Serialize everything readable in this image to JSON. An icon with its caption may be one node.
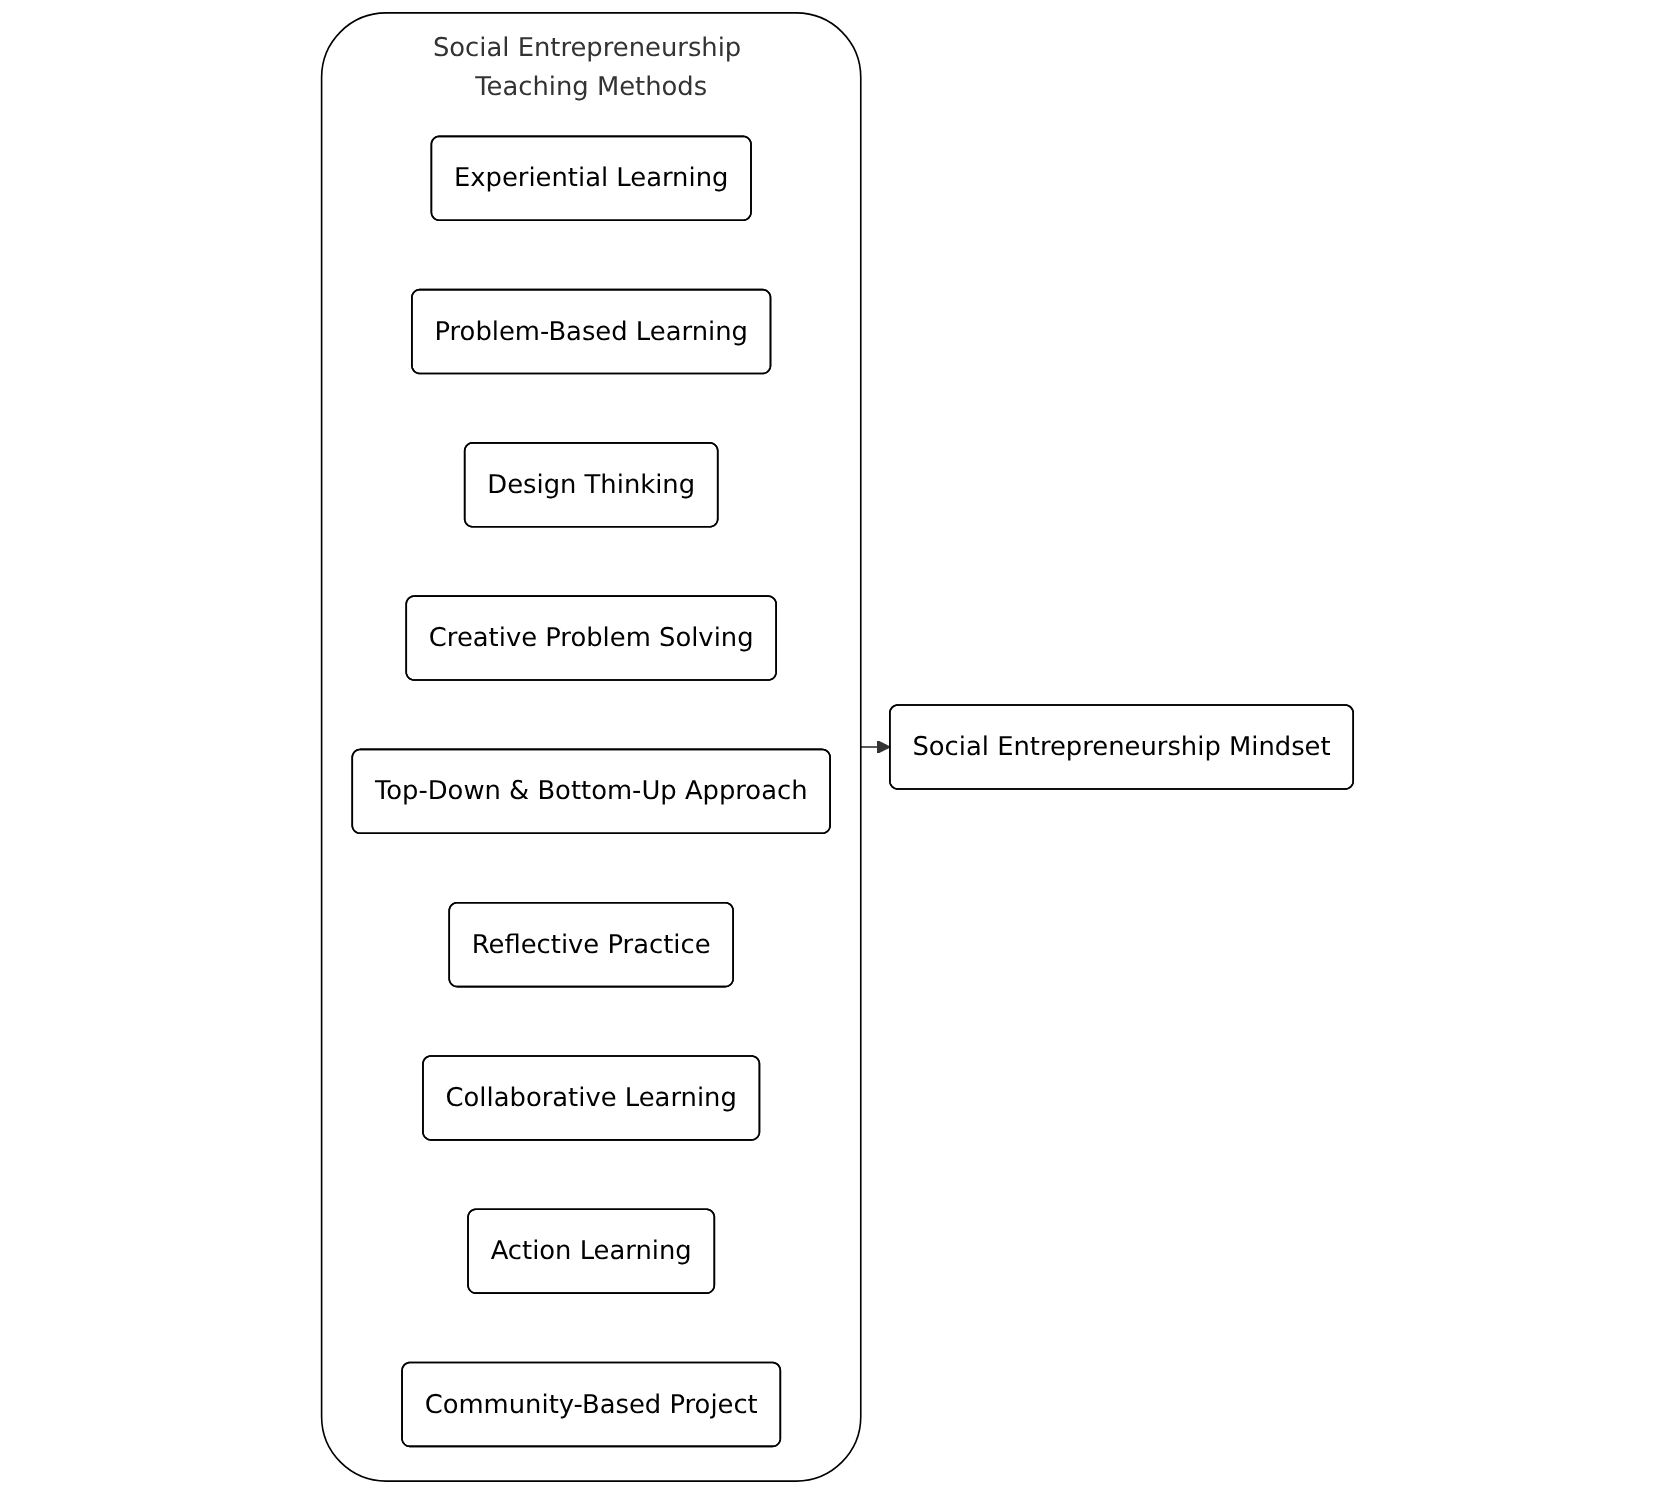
{
  "diagram": {
    "nodes": [
      {
        "text": [
          "Social Entrepreneurship Teaching Methods"
        ]
      },
      {
        "text": [
          "Experiential Learning"
        ],
        "in": 0
      },
      {
        "text": [
          "Problem-Based Learning"
        ],
        "in": 0
      },
      {
        "text": [
          "Design Thinking"
        ],
        "in": 0
      },
      {
        "text": [
          "Creative Problem Solving"
        ],
        "in": 0
      },
      {
        "text": [
          "Top-Down & Bottom-Up Approach"
        ],
        "in": 0
      },
      {
        "text": [
          "Reflective Practice"
        ],
        "in": 0
      },
      {
        "text": [
          "Collaborative Learning"
        ],
        "in": 0
      },
      {
        "text": [
          "Action Learning"
        ],
        "in": 0
      },
      {
        "text": [
          "Community-Based Project"
        ],
        "in": 0
      },
      {
        "text": [
          "Social Entrepreneurship Mindset"
        ]
      }
    ],
    "edges": [
      {
        "from": 0,
        "to": 10,
        "arrow": "to"
      }
    ]
  }
}
